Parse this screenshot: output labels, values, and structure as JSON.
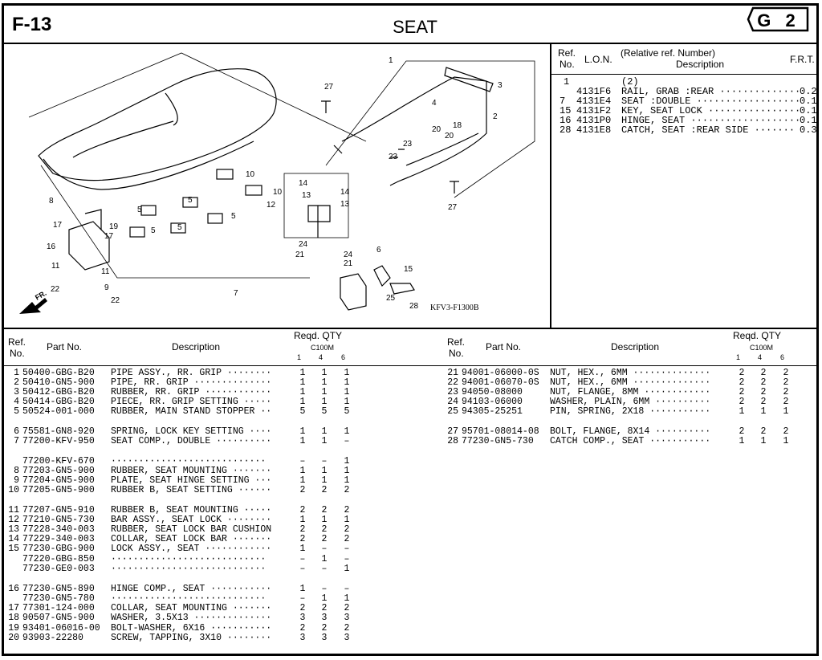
{
  "header": {
    "section": "F-13",
    "title": "SEAT",
    "group": "G 2"
  },
  "ref_table": {
    "head_ref": "Ref.",
    "head_no": "No.",
    "head_lon": "L.O.N.",
    "head_rel": "(Relative ref. Number)",
    "head_desc": "Description",
    "head_frt": "F.R.T.",
    "rows": [
      {
        "ref": "1",
        "lon": "",
        "desc": "(2)",
        "frt": ""
      },
      {
        "ref": "",
        "lon": "4131F6",
        "desc": "RAIL, GRAB :REAR ··············",
        "frt": "0.2"
      },
      {
        "ref": "7",
        "lon": "4131E4",
        "desc": "SEAT :DOUBLE ··················",
        "frt": "0.1"
      },
      {
        "ref": "15",
        "lon": "4131F2",
        "desc": "KEY, SEAT LOCK ················",
        "frt": "0.1"
      },
      {
        "ref": "16",
        "lon": "4131P0",
        "desc": "HINGE, SEAT ···················",
        "frt": "0.1"
      },
      {
        "ref": "28",
        "lon": "4131E8",
        "desc": "CATCH, SEAT :REAR SIDE ·······",
        "frt": "0.3"
      }
    ]
  },
  "diagram": {
    "code": "KFV3-F1300B",
    "arrow": "FR.",
    "callouts": [
      "1",
      "2",
      "3",
      "4",
      "5",
      "5",
      "5",
      "5",
      "5",
      "6",
      "7",
      "8",
      "9",
      "10",
      "10",
      "11",
      "11",
      "12",
      "13",
      "13",
      "14",
      "14",
      "15",
      "16",
      "17",
      "17",
      "18",
      "19",
      "20",
      "20",
      "21",
      "21",
      "22",
      "22",
      "23",
      "23",
      "24",
      "24",
      "25",
      "27",
      "27",
      "28"
    ]
  },
  "parts_header": {
    "ref": "Ref.",
    "no": "No.",
    "part": "Part No.",
    "desc": "Description",
    "reqd": "Reqd. QTY",
    "model": "C100M",
    "c1": "1",
    "c2": "4",
    "c3": "6"
  },
  "parts_left": [
    {
      "ref": "1",
      "part": "50400-GBG-B20",
      "desc": "PIPE ASSY., RR. GRIP ········",
      "q1": "1",
      "q2": "1",
      "q3": "1"
    },
    {
      "ref": "2",
      "part": "50410-GN5-900",
      "desc": "PIPE, RR. GRIP ··············",
      "q1": "1",
      "q2": "1",
      "q3": "1"
    },
    {
      "ref": "3",
      "part": "50412-GBG-B20",
      "desc": "RUBBER, RR. GRIP ············",
      "q1": "1",
      "q2": "1",
      "q3": "1"
    },
    {
      "ref": "4",
      "part": "50414-GBG-B20",
      "desc": "PIECE, RR. GRIP SETTING ·····",
      "q1": "1",
      "q2": "1",
      "q3": "1"
    },
    {
      "ref": "5",
      "part": "50524-001-000",
      "desc": "RUBBER, MAIN STAND STOPPER ··",
      "q1": "5",
      "q2": "5",
      "q3": "5"
    },
    {
      "ref": "6",
      "part": "75581-GN8-920",
      "desc": "SPRING, LOCK KEY SETTING ····",
      "q1": "1",
      "q2": "1",
      "q3": "1"
    },
    {
      "ref": "7",
      "part": "77200-KFV-950",
      "desc": "SEAT COMP., DOUBLE ··········",
      "q1": "1",
      "q2": "1",
      "q3": "–"
    },
    {
      "ref": "",
      "part": "77200-KFV-670",
      "desc": "····························",
      "q1": "–",
      "q2": "–",
      "q3": "1"
    },
    {
      "ref": "8",
      "part": "77203-GN5-900",
      "desc": "RUBBER, SEAT MOUNTING ·······",
      "q1": "1",
      "q2": "1",
      "q3": "1"
    },
    {
      "ref": "9",
      "part": "77204-GN5-900",
      "desc": "PLATE, SEAT HINGE SETTING ···",
      "q1": "1",
      "q2": "1",
      "q3": "1"
    },
    {
      "ref": "10",
      "part": "77205-GN5-900",
      "desc": "RUBBER B, SEAT SETTING ······",
      "q1": "2",
      "q2": "2",
      "q3": "2"
    },
    {
      "ref": "11",
      "part": "77207-GN5-910",
      "desc": "RUBBER B, SEAT MOUNTING ·····",
      "q1": "2",
      "q2": "2",
      "q3": "2"
    },
    {
      "ref": "12",
      "part": "77210-GN5-730",
      "desc": "BAR ASSY., SEAT LOCK ········",
      "q1": "1",
      "q2": "1",
      "q3": "1"
    },
    {
      "ref": "13",
      "part": "77228-340-003",
      "desc": "RUBBER, SEAT LOCK BAR CUSHION",
      "q1": "2",
      "q2": "2",
      "q3": "2"
    },
    {
      "ref": "14",
      "part": "77229-340-003",
      "desc": "COLLAR, SEAT LOCK BAR ·······",
      "q1": "2",
      "q2": "2",
      "q3": "2"
    },
    {
      "ref": "15",
      "part": "77230-GBG-900",
      "desc": "LOCK ASSY., SEAT ············",
      "q1": "1",
      "q2": "–",
      "q3": "–"
    },
    {
      "ref": "",
      "part": "77220-GBG-850",
      "desc": "····························",
      "q1": "–",
      "q2": "1",
      "q3": "–"
    },
    {
      "ref": "",
      "part": "77230-GE0-003",
      "desc": "····························",
      "q1": "–",
      "q2": "–",
      "q3": "1"
    },
    {
      "ref": "16",
      "part": "77230-GN5-890",
      "desc": "HINGE COMP., SEAT ···········",
      "q1": "1",
      "q2": "–",
      "q3": "–"
    },
    {
      "ref": "",
      "part": "77230-GN5-780",
      "desc": "····························",
      "q1": "–",
      "q2": "1",
      "q3": "1"
    },
    {
      "ref": "17",
      "part": "77301-124-000",
      "desc": "COLLAR, SEAT MOUNTING ·······",
      "q1": "2",
      "q2": "2",
      "q3": "2"
    },
    {
      "ref": "18",
      "part": "90507-GN5-900",
      "desc": "WASHER, 3.5X13 ··············",
      "q1": "3",
      "q2": "3",
      "q3": "3"
    },
    {
      "ref": "19",
      "part": "93401-06016-00",
      "desc": "BOLT-WASHER, 6X16 ···········",
      "q1": "2",
      "q2": "2",
      "q3": "2"
    },
    {
      "ref": "20",
      "part": "93903-22280",
      "desc": "SCREW, TAPPING, 3X10 ········",
      "q1": "3",
      "q2": "3",
      "q3": "3"
    }
  ],
  "parts_right": [
    {
      "ref": "21",
      "part": "94001-06000-0S",
      "desc": "NUT, HEX., 6MM ··············",
      "q1": "2",
      "q2": "2",
      "q3": "2"
    },
    {
      "ref": "22",
      "part": "94001-06070-0S",
      "desc": "NUT, HEX., 6MM ··············",
      "q1": "2",
      "q2": "2",
      "q3": "2"
    },
    {
      "ref": "23",
      "part": "94050-08000",
      "desc": "NUT, FLANGE, 8MM ············",
      "q1": "2",
      "q2": "2",
      "q3": "2"
    },
    {
      "ref": "24",
      "part": "94103-06000",
      "desc": "WASHER, PLAIN, 6MM ··········",
      "q1": "2",
      "q2": "2",
      "q3": "2"
    },
    {
      "ref": "25",
      "part": "94305-25251",
      "desc": "PIN, SPRING, 2X18 ···········",
      "q1": "1",
      "q2": "1",
      "q3": "1"
    },
    {
      "ref": "27",
      "part": "95701-08014-08",
      "desc": "BOLT, FLANGE, 8X14 ··········",
      "q1": "2",
      "q2": "2",
      "q3": "2"
    },
    {
      "ref": "28",
      "part": "77230-GN5-730",
      "desc": "CATCH COMP., SEAT ···········",
      "q1": "1",
      "q2": "1",
      "q3": "1"
    }
  ]
}
